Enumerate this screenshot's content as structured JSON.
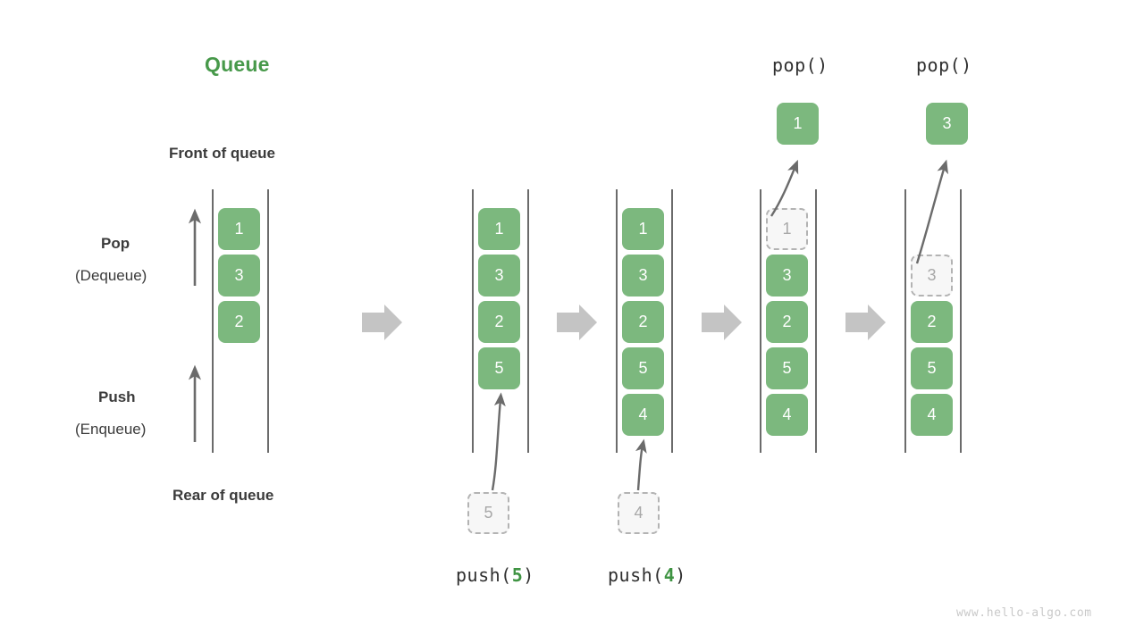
{
  "diagram": {
    "title": "Queue",
    "title_color": "#47994a",
    "box_color": "#7cb87e",
    "ghost_color": "#f7f7f7",
    "arrow_color": "#c4c4c4",
    "watermark": "www.hello-algo.com",
    "labels": {
      "front_of_queue": "Front of queue",
      "rear_of_queue": "Rear of queue",
      "pop": "Pop",
      "pop_alt": "(Dequeue)",
      "push": "Push",
      "push_alt": "(Enqueue)"
    },
    "stages": [
      {
        "id": "initial",
        "caption": "",
        "caption_arg": "",
        "cells": [
          "1",
          "3",
          "2"
        ],
        "ghost_index": -1,
        "incoming": null,
        "outgoing": null
      },
      {
        "id": "push-5",
        "caption_prefix": "push(",
        "caption_arg": "5",
        "caption_suffix": ")",
        "cells": [
          "1",
          "3",
          "2",
          "5"
        ],
        "ghost_index": -1,
        "incoming": "5",
        "outgoing": null
      },
      {
        "id": "push-4",
        "caption_prefix": "push(",
        "caption_arg": "4",
        "caption_suffix": ")",
        "cells": [
          "1",
          "3",
          "2",
          "5",
          "4"
        ],
        "ghost_index": -1,
        "incoming": "4",
        "outgoing": null
      },
      {
        "id": "pop-1",
        "caption_prefix": "pop(",
        "caption_arg": "",
        "caption_suffix": ")",
        "cells": [
          "1",
          "3",
          "2",
          "5",
          "4"
        ],
        "ghost_index": 0,
        "incoming": null,
        "outgoing": "1"
      },
      {
        "id": "pop-3",
        "caption_prefix": "pop(",
        "caption_arg": "",
        "caption_suffix": ")",
        "cells": [
          "3",
          "2",
          "5",
          "4"
        ],
        "ghost_index": 0,
        "incoming": null,
        "outgoing": "3"
      }
    ]
  }
}
